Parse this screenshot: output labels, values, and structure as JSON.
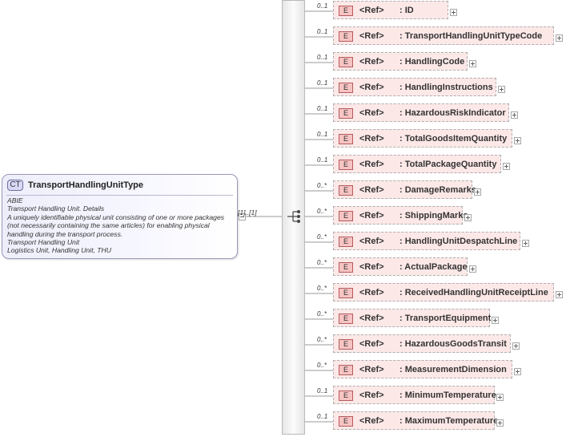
{
  "complex_type": {
    "badge": "CT",
    "name": "TransportHandlingUnitType",
    "documentation": [
      "ABIE",
      "Transport Handling Unit. Details",
      "A uniquely identifiable physical unit consisting of one or more packages",
      "(not necessarily containing the same articles) for enabling physical",
      "handling during the transport process.",
      "Transport Handling Unit",
      "Logistics Unit, Handling Unit, THU"
    ]
  },
  "sequence": {
    "cardinality": "[1]..[1]"
  },
  "element_badge": "E",
  "ref_label": "<Ref>",
  "elements": [
    {
      "name": ": ID",
      "occurs": "0..1"
    },
    {
      "name": ": TransportHandlingUnitTypeCode",
      "occurs": "0..1"
    },
    {
      "name": ": HandlingCode",
      "occurs": "0..1"
    },
    {
      "name": ": HandlingInstructions",
      "occurs": "0..1"
    },
    {
      "name": ": HazardousRiskIndicator",
      "occurs": "0..1"
    },
    {
      "name": ": TotalGoodsItemQuantity",
      "occurs": "0..1"
    },
    {
      "name": ": TotalPackageQuantity",
      "occurs": "0..1"
    },
    {
      "name": ": DamageRemarks",
      "occurs": "0..*"
    },
    {
      "name": ": ShippingMarks",
      "occurs": "0..*"
    },
    {
      "name": ": HandlingUnitDespatchLine",
      "occurs": "0..*"
    },
    {
      "name": ": ActualPackage",
      "occurs": "0..*"
    },
    {
      "name": ": ReceivedHandlingUnitReceiptLine",
      "occurs": "0..*"
    },
    {
      "name": ": TransportEquipment",
      "occurs": "0..*"
    },
    {
      "name": ": HazardousGoodsTransit",
      "occurs": "0..*"
    },
    {
      "name": ": MeasurementDimension",
      "occurs": "0..*"
    },
    {
      "name": ": MinimumTemperature",
      "occurs": "0..1"
    },
    {
      "name": ": MaximumTemperature",
      "occurs": "0..1"
    }
  ]
}
